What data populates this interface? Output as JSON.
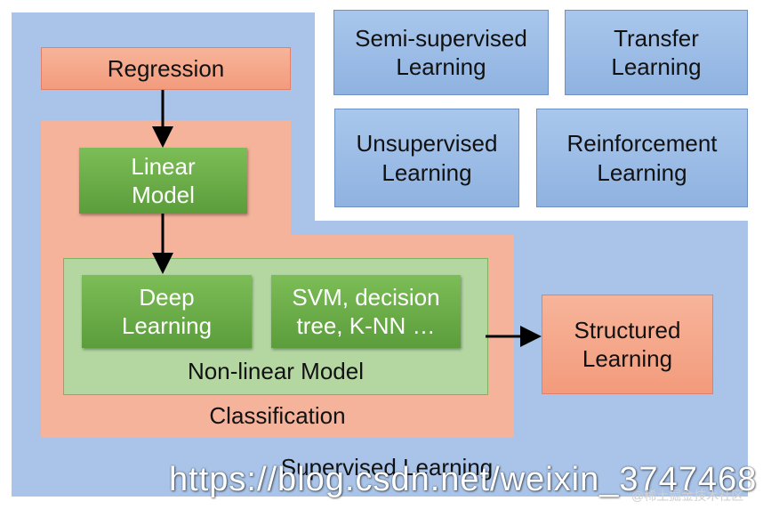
{
  "diagram": {
    "supervised_label": "Supervised Learning",
    "regression_label": "Regression",
    "linear_model_label": "Linear\nModel",
    "deep_learning_label": "Deep\nLearning",
    "svm_label": "SVM, decision\ntree, K-NN …",
    "nonlinear_label": "Non-linear Model",
    "classification_label": "Classification",
    "structured_label": "Structured\nLearning",
    "semi_supervised_label": "Semi-supervised\nLearning",
    "transfer_label": "Transfer\nLearning",
    "unsupervised_label": "Unsupervised\nLearning",
    "reinforcement_label": "Reinforcement\nLearning"
  },
  "watermark": {
    "url": "https://blog.csdn.net/weixin_3747468",
    "site": "@稀土掘金技术社区"
  },
  "colors": {
    "supervised_region": "#a9c4e8",
    "salmon_region": "#f4b39a",
    "green_region": "#b4d7a2",
    "green_box": "#6aad48",
    "blue_box": "#9bbbe5",
    "arrow": "#000000"
  }
}
